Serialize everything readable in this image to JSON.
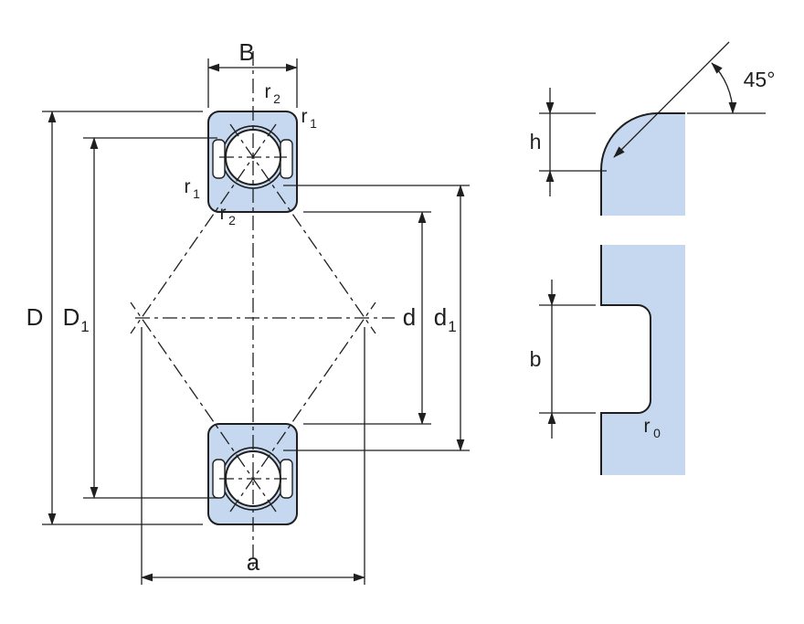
{
  "colors": {
    "part_fill": "#c5d8ef",
    "line": "#1f1f1f",
    "background": "#ffffff"
  },
  "labels": {
    "main": {
      "B": "B",
      "D": "D",
      "D1_base": "D",
      "D1_sub": "1",
      "d": "d",
      "d1_base": "d",
      "d1_sub": "1",
      "a": "a",
      "r1_base": "r",
      "r1_sub": "1",
      "r2_base": "r",
      "r2_sub": "2"
    },
    "details": {
      "angle": "45°",
      "h": "h",
      "b": "b",
      "r0_base": "r",
      "r0_sub": "0"
    }
  }
}
